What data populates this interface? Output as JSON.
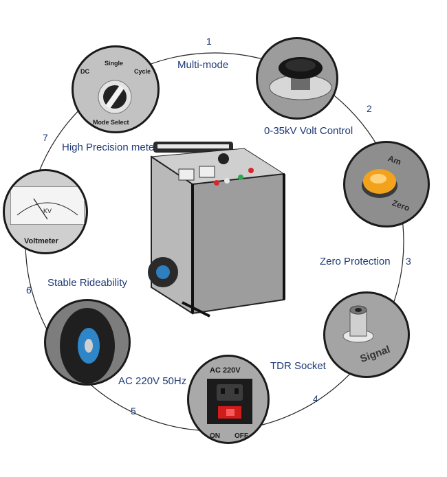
{
  "features": [
    {
      "num": "1",
      "label": "Multi-mode"
    },
    {
      "num": "2",
      "label": "0-35kV Volt Control"
    },
    {
      "num": "3",
      "label": "Zero Protection"
    },
    {
      "num": "4",
      "label": "TDR Socket"
    },
    {
      "num": "5",
      "label": "AC 220V 50Hz"
    },
    {
      "num": "6",
      "label": "Stable Rideability"
    },
    {
      "num": "7",
      "label": "High Precision meter"
    }
  ],
  "details": {
    "mode_select": {
      "dc": "DC",
      "single": "Single",
      "cycle": "Cycle",
      "title": "Mode Select"
    },
    "zero": {
      "top": "Am",
      "bottom": "Zero"
    },
    "signal": "Signal",
    "power": {
      "title": "AC 220V",
      "on": "ON",
      "off": "OFF"
    },
    "voltmeter": {
      "unit": "KV",
      "title": "Voltmeter"
    }
  },
  "colors": {
    "accent": "#1f3a78",
    "ring": "#1a1a1a",
    "case": "#a8a8a8"
  }
}
